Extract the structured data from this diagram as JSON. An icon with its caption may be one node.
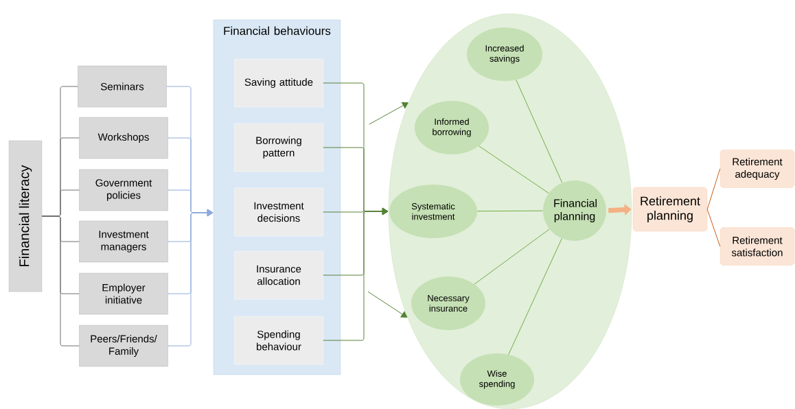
{
  "diagram": {
    "nodes": [
      {
        "text": [
          "Financial literacy"
        ]
      },
      {
        "text": [
          "Seminars"
        ]
      },
      {
        "text": [
          "Workshops"
        ]
      },
      {
        "text": [
          "Government policies"
        ]
      },
      {
        "text": [
          "Investment managers"
        ]
      },
      {
        "text": [
          "Employer initiative"
        ]
      },
      {
        "text": [
          "Peers/Friends/ Family"
        ]
      },
      {
        "text": [
          "Financial behaviours"
        ]
      },
      {
        "text": [
          "Saving attitude"
        ],
        "in": 7
      },
      {
        "text": [
          "Borrowing pattern"
        ],
        "in": 7
      },
      {
        "text": [
          "Investment decisions"
        ],
        "in": 7
      },
      {
        "text": [
          "Insurance allocation"
        ],
        "in": 7
      },
      {
        "text": [
          "Spending behaviour"
        ],
        "in": 7
      },
      {
        "text": [],
        "shape": "ellipse"
      },
      {
        "text": [
          "Increased savings"
        ],
        "in": 13
      },
      {
        "text": [
          "Informed borrowing"
        ],
        "in": 13
      },
      {
        "text": [
          "Systematic investment"
        ],
        "in": 13
      },
      {
        "text": [
          "Necessary insurance"
        ],
        "in": 13
      },
      {
        "text": [
          "Wise spending"
        ],
        "in": 13
      },
      {
        "text": [
          "Financial planning"
        ],
        "in": 13
      },
      {
        "text": [
          "Retirement planning"
        ]
      },
      {
        "text": [
          "Retirement adequacy"
        ]
      },
      {
        "text": [
          "Retirement satisfaction"
        ]
      }
    ],
    "edges": [
      {
        "from": 0,
        "to": 1,
        "arrow": "none"
      },
      {
        "from": 0,
        "to": 2,
        "arrow": "none"
      },
      {
        "from": 0,
        "to": 3,
        "arrow": "none"
      },
      {
        "from": 0,
        "to": 4,
        "arrow": "none"
      },
      {
        "from": 0,
        "to": 5,
        "arrow": "none"
      },
      {
        "from": 0,
        "to": 6,
        "arrow": "none"
      },
      {
        "from": 1,
        "to": 7,
        "arrow": "to",
        "color": "#8faadc"
      },
      {
        "from": 2,
        "to": 7,
        "arrow": "to",
        "color": "#8faadc"
      },
      {
        "from": 3,
        "to": 7,
        "arrow": "to",
        "color": "#8faadc"
      },
      {
        "from": 4,
        "to": 7,
        "arrow": "to",
        "color": "#8faadc"
      },
      {
        "from": 5,
        "to": 7,
        "arrow": "to",
        "color": "#8faadc"
      },
      {
        "from": 6,
        "to": 7,
        "arrow": "to",
        "color": "#8faadc"
      },
      {
        "from": 8,
        "to": 13,
        "arrow": "to",
        "color": "#548235"
      },
      {
        "from": 9,
        "to": 13,
        "arrow": "to",
        "color": "#548235"
      },
      {
        "from": 10,
        "to": 13,
        "arrow": "to",
        "color": "#548235"
      },
      {
        "from": 11,
        "to": 13,
        "arrow": "to",
        "color": "#548235"
      },
      {
        "from": 12,
        "to": 13,
        "arrow": "to",
        "color": "#548235"
      },
      {
        "from": null,
        "to": 13,
        "arrow": "to",
        "color": "#548235"
      },
      {
        "from": null,
        "to": 13,
        "arrow": "to",
        "color": "#548235"
      },
      {
        "from": 14,
        "to": 19,
        "arrow": "none",
        "color": "#70ad47"
      },
      {
        "from": 15,
        "to": 19,
        "arrow": "none",
        "color": "#70ad47"
      },
      {
        "from": 16,
        "to": 19,
        "arrow": "none",
        "color": "#70ad47"
      },
      {
        "from": 17,
        "to": 19,
        "arrow": "none",
        "color": "#70ad47"
      },
      {
        "from": 18,
        "to": 19,
        "arrow": "none",
        "color": "#70ad47"
      },
      {
        "from": 19,
        "to": 20,
        "arrow": "to",
        "style": "thick",
        "color": "#f4b183"
      },
      {
        "from": 20,
        "to": 21,
        "arrow": "none",
        "color": "#c55a11"
      },
      {
        "from": 20,
        "to": 22,
        "arrow": "none",
        "color": "#c55a11"
      }
    ]
  }
}
